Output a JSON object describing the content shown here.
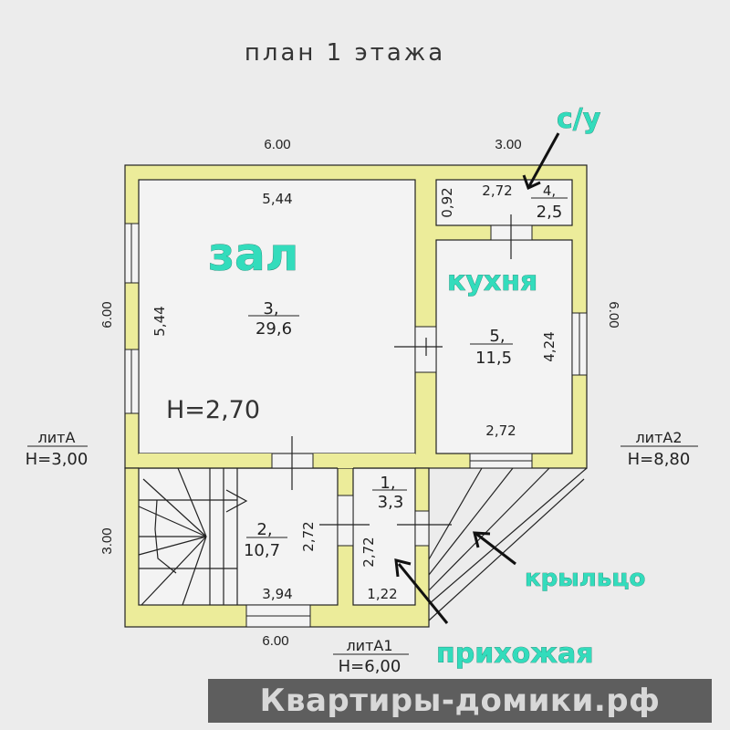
{
  "title": "план 1 этажа",
  "rooms": {
    "zal": {
      "label": "зал",
      "number": "3,",
      "area": "29,6",
      "height": "H=2,70",
      "width": "5,44",
      "depth": "5,44"
    },
    "kitchen": {
      "label": "кухня",
      "number": "5,",
      "area": "11,5",
      "width": "2,72",
      "depth": "4,24"
    },
    "bathroom": {
      "label": "с/у",
      "number": "4,",
      "area": "2,5",
      "width": "2,72",
      "depth": "0,92"
    },
    "hall": {
      "number": "2,",
      "area": "10,7",
      "width": "3,94",
      "depth": "2,72"
    },
    "entrance": {
      "label": "прихожая",
      "number": "1,",
      "area": "3,3",
      "width": "1,22",
      "depth": "2,72"
    },
    "porch": {
      "label": "крыльцо"
    }
  },
  "outer_dims": {
    "top_left": "6.00",
    "top_right": "3.00",
    "left_upper": "6.00",
    "left_lower": "3.00",
    "right": "6.00",
    "bottom": "6.00"
  },
  "liters": {
    "A": {
      "name": "литА",
      "height": "H=3,00"
    },
    "A1": {
      "name": "литА1",
      "height": "H=6,00"
    },
    "A2": {
      "name": "литА2",
      "height": "H=8,80"
    }
  },
  "watermark": "Квартиры-домики.рф",
  "colors": {
    "wall": "#ecec9a",
    "label": "#33dcbc",
    "watermark_bg": "#5e5e5e",
    "logo_house": "#8bc34a"
  }
}
